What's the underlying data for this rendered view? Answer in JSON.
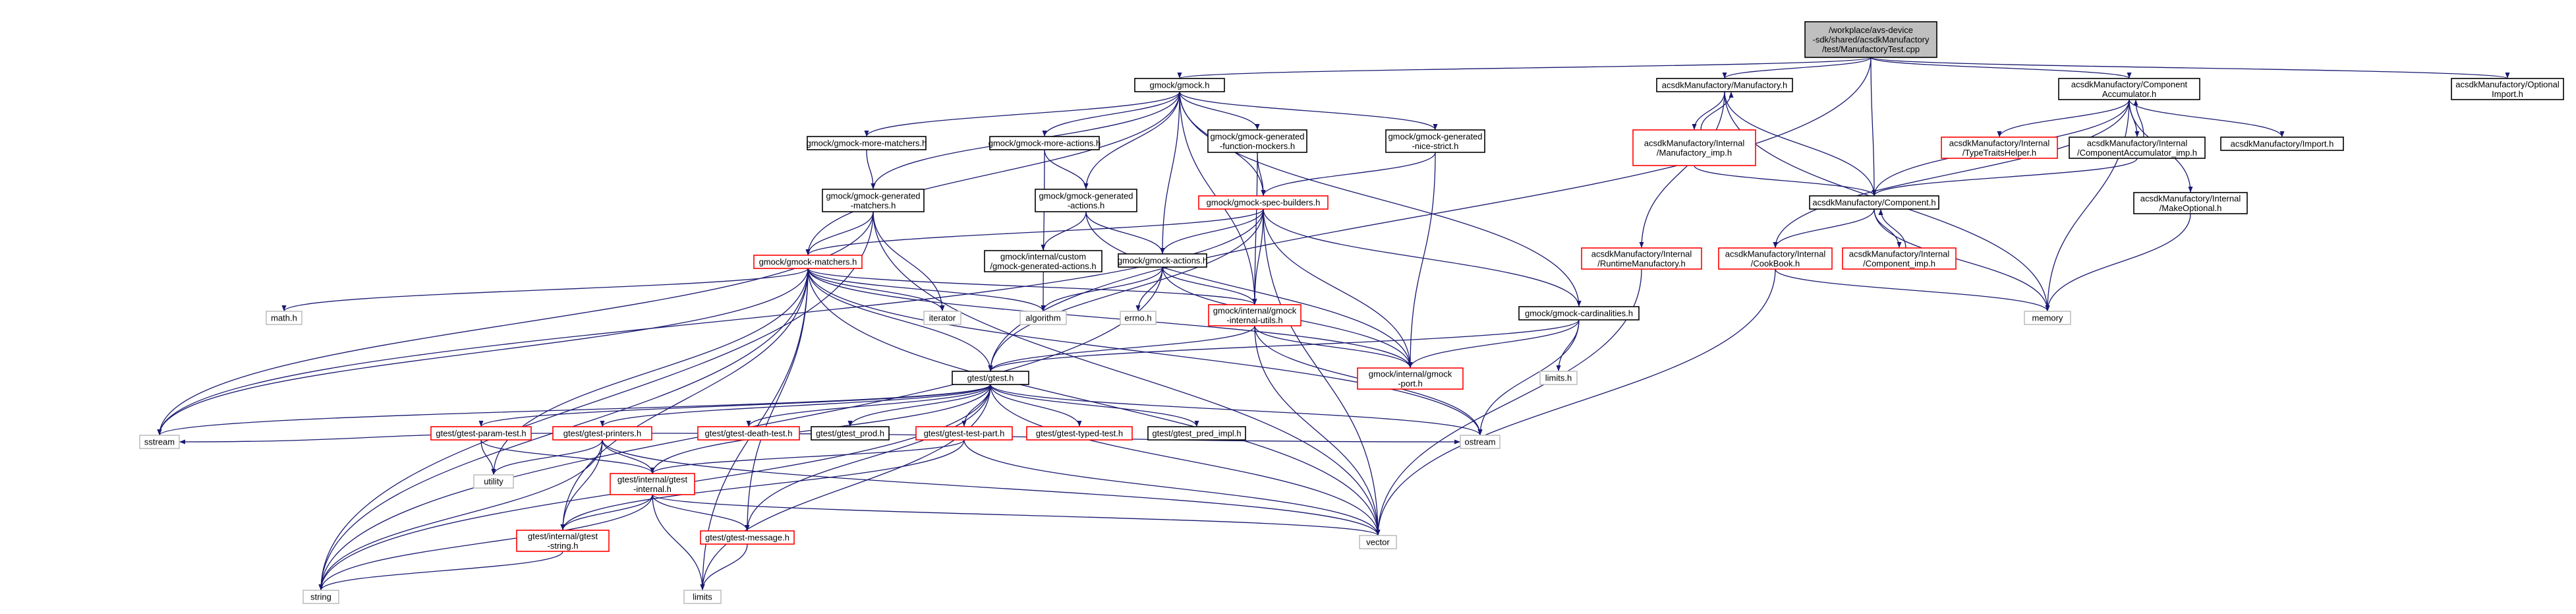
{
  "graph": {
    "nodes": [
      {
        "id": "root",
        "lines": [
          "/workplace/avs-device",
          "-sdk/shared/acsdkManufactory",
          "/test/ManufactoryTest.cpp"
        ],
        "style": "root"
      },
      {
        "id": "gmock",
        "lines": [
          "gmock/gmock.h"
        ],
        "style": "black"
      },
      {
        "id": "manufactory",
        "lines": [
          "acsdkManufactory/Manufactory.h"
        ],
        "style": "black"
      },
      {
        "id": "compacc",
        "lines": [
          "acsdkManufactory/Component",
          "Accumulator.h"
        ],
        "style": "black"
      },
      {
        "id": "optimport",
        "lines": [
          "acsdkManufactory/Optional",
          "Import.h"
        ],
        "style": "black"
      },
      {
        "id": "moremat",
        "lines": [
          "gmock/gmock-more-matchers.h"
        ],
        "style": "black"
      },
      {
        "id": "moreact",
        "lines": [
          "gmock/gmock-more-actions.h"
        ],
        "style": "black"
      },
      {
        "id": "genfunc",
        "lines": [
          "gmock/gmock-generated",
          "-function-mockers.h"
        ],
        "style": "black"
      },
      {
        "id": "gennice",
        "lines": [
          "gmock/gmock-generated",
          "-nice-strict.h"
        ],
        "style": "black"
      },
      {
        "id": "manimp",
        "lines": [
          "acsdkManufactory/Internal",
          "/Manufactory_imp.h"
        ],
        "style": "red"
      },
      {
        "id": "typetraits",
        "lines": [
          "acsdkManufactory/Internal",
          "/TypeTraitsHelper.h"
        ],
        "style": "red"
      },
      {
        "id": "compaccimp",
        "lines": [
          "acsdkManufactory/Internal",
          "/ComponentAccumulator_imp.h"
        ],
        "style": "black"
      },
      {
        "id": "import",
        "lines": [
          "acsdkManufactory/Import.h"
        ],
        "style": "black"
      },
      {
        "id": "genmat",
        "lines": [
          "gmock/gmock-generated",
          "-matchers.h"
        ],
        "style": "black"
      },
      {
        "id": "genact",
        "lines": [
          "gmock/gmock-generated",
          "-actions.h"
        ],
        "style": "black"
      },
      {
        "id": "specb",
        "lines": [
          "gmock/gmock-spec-builders.h"
        ],
        "style": "red"
      },
      {
        "id": "component",
        "lines": [
          "acsdkManufactory/Component.h"
        ],
        "style": "black"
      },
      {
        "id": "makeopt",
        "lines": [
          "acsdkManufactory/Internal",
          "/MakeOptional.h"
        ],
        "style": "black"
      },
      {
        "id": "customgen",
        "lines": [
          "gmock/internal/custom",
          "/gmock-generated-actions.h"
        ],
        "style": "black"
      },
      {
        "id": "actions",
        "lines": [
          "gmock/gmock-actions.h"
        ],
        "style": "black"
      },
      {
        "id": "runtime",
        "lines": [
          "acsdkManufactory/Internal",
          "/RuntimeManufactory.h"
        ],
        "style": "red"
      },
      {
        "id": "cookbook",
        "lines": [
          "acsdkManufactory/Internal",
          "/CookBook.h"
        ],
        "style": "red"
      },
      {
        "id": "compimp",
        "lines": [
          "acsdkManufactory/Internal",
          "/Component_imp.h"
        ],
        "style": "red"
      },
      {
        "id": "matchers",
        "lines": [
          "gmock/gmock-matchers.h"
        ],
        "style": "red"
      },
      {
        "id": "mathh",
        "lines": [
          "math.h"
        ],
        "style": "gray"
      },
      {
        "id": "iterator",
        "lines": [
          "iterator"
        ],
        "style": "gray"
      },
      {
        "id": "algorithm",
        "lines": [
          "algorithm"
        ],
        "style": "gray"
      },
      {
        "id": "errno",
        "lines": [
          "errno.h"
        ],
        "style": "gray"
      },
      {
        "id": "intutils",
        "lines": [
          "gmock/internal/gmock",
          "-internal-utils.h"
        ],
        "style": "red"
      },
      {
        "id": "cards",
        "lines": [
          "gmock/gmock-cardinalities.h"
        ],
        "style": "black"
      },
      {
        "id": "memory",
        "lines": [
          "memory"
        ],
        "style": "gray"
      },
      {
        "id": "gtest",
        "lines": [
          "gtest/gtest.h"
        ],
        "style": "black"
      },
      {
        "id": "gmockport",
        "lines": [
          "gmock/internal/gmock",
          "-port.h"
        ],
        "style": "red"
      },
      {
        "id": "limitsh",
        "lines": [
          "limits.h"
        ],
        "style": "gray"
      },
      {
        "id": "paramtest",
        "lines": [
          "gtest/gtest-param-test.h"
        ],
        "style": "red"
      },
      {
        "id": "printers",
        "lines": [
          "gtest/gtest-printers.h"
        ],
        "style": "red"
      },
      {
        "id": "deathtest",
        "lines": [
          "gtest/gtest-death-test.h"
        ],
        "style": "red"
      },
      {
        "id": "prod",
        "lines": [
          "gtest/gtest_prod.h"
        ],
        "style": "black"
      },
      {
        "id": "testpart",
        "lines": [
          "gtest/gtest-test-part.h"
        ],
        "style": "red"
      },
      {
        "id": "typedtest",
        "lines": [
          "gtest/gtest-typed-test.h"
        ],
        "style": "red"
      },
      {
        "id": "predimpl",
        "lines": [
          "gtest/gtest_pred_impl.h"
        ],
        "style": "black"
      },
      {
        "id": "sstream",
        "lines": [
          "sstream"
        ],
        "style": "gray"
      },
      {
        "id": "utility",
        "lines": [
          "utility"
        ],
        "style": "gray"
      },
      {
        "id": "gtestint",
        "lines": [
          "gtest/internal/gtest",
          "-internal.h"
        ],
        "style": "red"
      },
      {
        "id": "ostream",
        "lines": [
          "ostream"
        ],
        "style": "gray"
      },
      {
        "id": "gtestmsg",
        "lines": [
          "gtest/gtest-message.h"
        ],
        "style": "red"
      },
      {
        "id": "gtststr",
        "lines": [
          "gtest/internal/gtest",
          "-string.h"
        ],
        "style": "red"
      },
      {
        "id": "vector",
        "lines": [
          "vector"
        ],
        "style": "gray"
      },
      {
        "id": "string",
        "lines": [
          "string"
        ],
        "style": "gray"
      },
      {
        "id": "limits",
        "lines": [
          "limits"
        ],
        "style": "gray"
      }
    ],
    "edges": [
      [
        "root",
        "gmock"
      ],
      [
        "root",
        "manufactory"
      ],
      [
        "root",
        "compacc"
      ],
      [
        "root",
        "optimport"
      ],
      [
        "root",
        "gtest"
      ],
      [
        "root",
        "component"
      ],
      [
        "gmock",
        "moremat"
      ],
      [
        "gmock",
        "moreact"
      ],
      [
        "gmock",
        "genfunc"
      ],
      [
        "gmock",
        "gennice"
      ],
      [
        "gmock",
        "genmat"
      ],
      [
        "gmock",
        "genact"
      ],
      [
        "gmock",
        "actions"
      ],
      [
        "gmock",
        "matchers"
      ],
      [
        "gmock",
        "cards"
      ],
      [
        "gmock",
        "intutils"
      ],
      [
        "gmock",
        "specb"
      ],
      [
        "moremat",
        "genmat"
      ],
      [
        "moreact",
        "genact"
      ],
      [
        "moreact",
        "algorithm"
      ],
      [
        "genfunc",
        "specb"
      ],
      [
        "genfunc",
        "intutils"
      ],
      [
        "gennice",
        "specb"
      ],
      [
        "gennice",
        "gmockport"
      ],
      [
        "genmat",
        "matchers"
      ],
      [
        "genmat",
        "sstream"
      ],
      [
        "genmat",
        "string"
      ],
      [
        "genmat",
        "iterator"
      ],
      [
        "genmat",
        "vector"
      ],
      [
        "genact",
        "actions"
      ],
      [
        "genact",
        "customgen"
      ],
      [
        "genact",
        "gmockport"
      ],
      [
        "specb",
        "matchers"
      ],
      [
        "specb",
        "actions"
      ],
      [
        "specb",
        "cards"
      ],
      [
        "specb",
        "intutils"
      ],
      [
        "specb",
        "gmockport"
      ],
      [
        "specb",
        "gtest"
      ],
      [
        "specb",
        "sstream"
      ],
      [
        "specb",
        "vector"
      ],
      [
        "actions",
        "algorithm"
      ],
      [
        "actions",
        "errno"
      ],
      [
        "actions",
        "intutils"
      ],
      [
        "actions",
        "gmockport"
      ],
      [
        "actions",
        "string"
      ],
      [
        "matchers",
        "mathh"
      ],
      [
        "matchers",
        "iterator"
      ],
      [
        "matchers",
        "algorithm"
      ],
      [
        "matchers",
        "intutils"
      ],
      [
        "matchers",
        "gtest"
      ],
      [
        "matchers",
        "sstream"
      ],
      [
        "matchers",
        "string"
      ],
      [
        "matchers",
        "utility"
      ],
      [
        "matchers",
        "limits"
      ],
      [
        "matchers",
        "ostream"
      ],
      [
        "matchers",
        "vector"
      ],
      [
        "matchers",
        "gmockport"
      ],
      [
        "matchers",
        "gtststr"
      ],
      [
        "matchers",
        "gtestmsg"
      ],
      [
        "intutils",
        "gmockport"
      ],
      [
        "intutils",
        "gtest"
      ],
      [
        "intutils",
        "ostream"
      ],
      [
        "intutils",
        "vector"
      ],
      [
        "cards",
        "gmockport"
      ],
      [
        "cards",
        "limitsh"
      ],
      [
        "cards",
        "ostream"
      ],
      [
        "cards",
        "gtest"
      ],
      [
        "gtest",
        "paramtest"
      ],
      [
        "gtest",
        "printers"
      ],
      [
        "gtest",
        "deathtest"
      ],
      [
        "gtest",
        "prod"
      ],
      [
        "gtest",
        "testpart"
      ],
      [
        "gtest",
        "typedtest"
      ],
      [
        "gtest",
        "predimpl"
      ],
      [
        "gtest",
        "gtestint"
      ],
      [
        "gtest",
        "ostream"
      ],
      [
        "gtest",
        "vector"
      ],
      [
        "gtest",
        "limits"
      ],
      [
        "gtest",
        "string"
      ],
      [
        "gtest",
        "gtestmsg"
      ],
      [
        "gtest",
        "sstream"
      ],
      [
        "paramtest",
        "utility"
      ],
      [
        "paramtest",
        "gtestint"
      ],
      [
        "printers",
        "sstream"
      ],
      [
        "printers",
        "utility"
      ],
      [
        "printers",
        "gtestint"
      ],
      [
        "printers",
        "ostream"
      ],
      [
        "printers",
        "vector"
      ],
      [
        "printers",
        "string"
      ],
      [
        "printers",
        "gtststr"
      ],
      [
        "testpart",
        "gtestint"
      ],
      [
        "testpart",
        "gtststr"
      ],
      [
        "testpart",
        "vector"
      ],
      [
        "gtestint",
        "gtestmsg"
      ],
      [
        "gtestint",
        "gtststr"
      ],
      [
        "gtestint",
        "string"
      ],
      [
        "gtestint",
        "limits"
      ],
      [
        "gtestint",
        "vector"
      ],
      [
        "gtestmsg",
        "limits"
      ],
      [
        "gtststr",
        "string"
      ],
      [
        "manufactory",
        "manimp"
      ],
      [
        "manimp",
        "manufactory"
      ],
      [
        "manufactory",
        "component"
      ],
      [
        "manufactory",
        "memory"
      ],
      [
        "manufactory",
        "runtime"
      ],
      [
        "manimp",
        "component"
      ],
      [
        "compacc",
        "typetraits"
      ],
      [
        "compacc",
        "compaccimp"
      ],
      [
        "compaccimp",
        "compacc"
      ],
      [
        "compacc",
        "import"
      ],
      [
        "compacc",
        "makeopt"
      ],
      [
        "compacc",
        "component"
      ],
      [
        "compacc",
        "cookbook"
      ],
      [
        "compacc",
        "memory"
      ],
      [
        "compaccimp",
        "component"
      ],
      [
        "component",
        "cookbook"
      ],
      [
        "component",
        "compimp"
      ],
      [
        "compimp",
        "component"
      ],
      [
        "component",
        "memory"
      ],
      [
        "runtime",
        "vector"
      ],
      [
        "cookbook",
        "vector"
      ],
      [
        "cookbook",
        "memory"
      ],
      [
        "makeopt",
        "memory"
      ]
    ]
  }
}
